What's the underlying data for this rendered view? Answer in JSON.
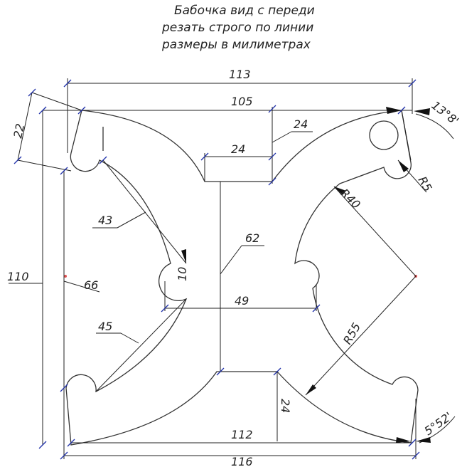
{
  "notes": [
    "Бабочка вид с переди",
    "резать строго по линии",
    "размеры в милиметрах"
  ],
  "dimensions": {
    "overall_top_width": "113",
    "top_width": "105",
    "top_angle": "13°8'",
    "tab_height": "22",
    "center_top_width": "24",
    "center_top_height": "24",
    "corner_radius": "R5",
    "inner_radius": "R40",
    "upper_arc_chord": "43",
    "center_height": "62",
    "notch_width": "10",
    "overall_height": "110",
    "left_height": "66",
    "notch_span": "49",
    "lower_arc_chord": "45",
    "outer_radius": "R55",
    "center_bottom_height": "24",
    "bottom_width": "112",
    "overall_bottom_width": "116",
    "bottom_angle": "5°52'"
  },
  "colors": {
    "line": "#333333",
    "tick": "#2233aa",
    "center_mark": "#e05050"
  }
}
